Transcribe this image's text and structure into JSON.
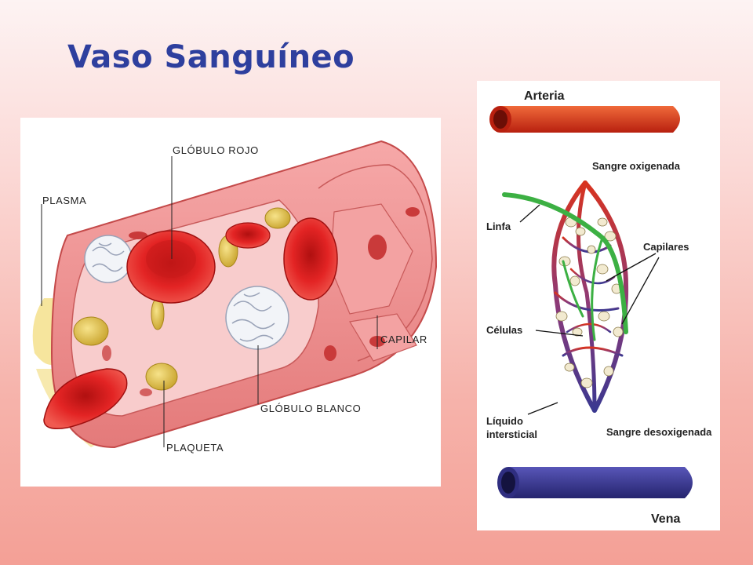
{
  "title": "Vaso Sanguíneo",
  "capillary_diagram": {
    "labels": {
      "globulo_rojo": "GLÓBULO ROJO",
      "plasma": "PLASMA",
      "capilar": "CAPILAR",
      "globulo_blanco": "GLÓBULO BLANCO",
      "plaqueta": "PLAQUETA"
    }
  },
  "circulation_diagram": {
    "labels": {
      "arteria": "Arteria",
      "sangre_oxigenada": "Sangre oxigenada",
      "linfa": "Linfa",
      "capilares": "Capilares",
      "celulas": "Células",
      "liquido_line1": "Líquido",
      "liquido_line2": "intersticial",
      "sangre_desoxigenada": "Sangre desoxigenada",
      "vena": "Vena"
    }
  },
  "colors": {
    "title": "#2e3f9e",
    "artery": "#d8331f",
    "vein": "#3a3890",
    "lymph": "#3cb043",
    "red_cell": "#e32424",
    "platelet": "#e2c24a"
  }
}
